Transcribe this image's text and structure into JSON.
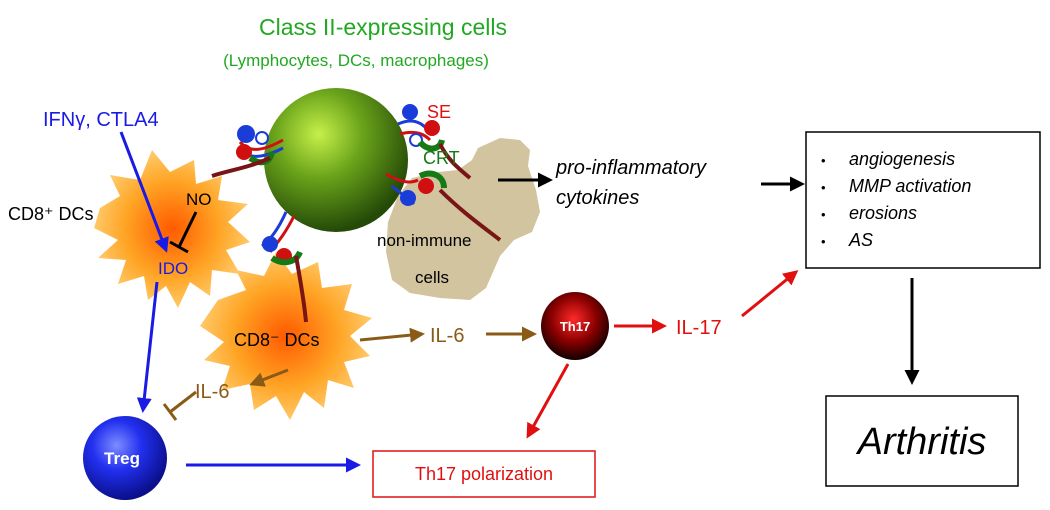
{
  "header": {
    "title": "Class II-expressing cells",
    "subtitle": "(Lymphocytes, DCs, macrophages)"
  },
  "inputs": {
    "ifn_ctla4": "IFNγ, CTLA4"
  },
  "cells": {
    "cd8_plus_dcs": "CD8⁺ DCs",
    "cd8_minus_dcs": "CD8⁻ DCs",
    "non_immune": [
      "non-immune",
      "cells"
    ],
    "th17": "Th17",
    "treg": "Treg"
  },
  "molecules": {
    "no": "NO",
    "ido": "IDO",
    "se": "SE",
    "crt": "CRT",
    "il6_right": "IL-6",
    "il6_lower": "IL-6",
    "il17": "IL-17"
  },
  "outcomes": {
    "cytokines": [
      "pro-inflammatory",
      "cytokines"
    ],
    "effects": [
      "angiogenesis",
      "MMP activation",
      "erosions",
      "AS"
    ],
    "bullet": "•",
    "th17_polarization": "Th17 polarization",
    "arthritis": "Arthritis"
  },
  "colors": {
    "green": "#22a822",
    "blue": "#1a1ae6",
    "red": "#e01010",
    "brown": "#8b5a17",
    "black": "#000000"
  }
}
